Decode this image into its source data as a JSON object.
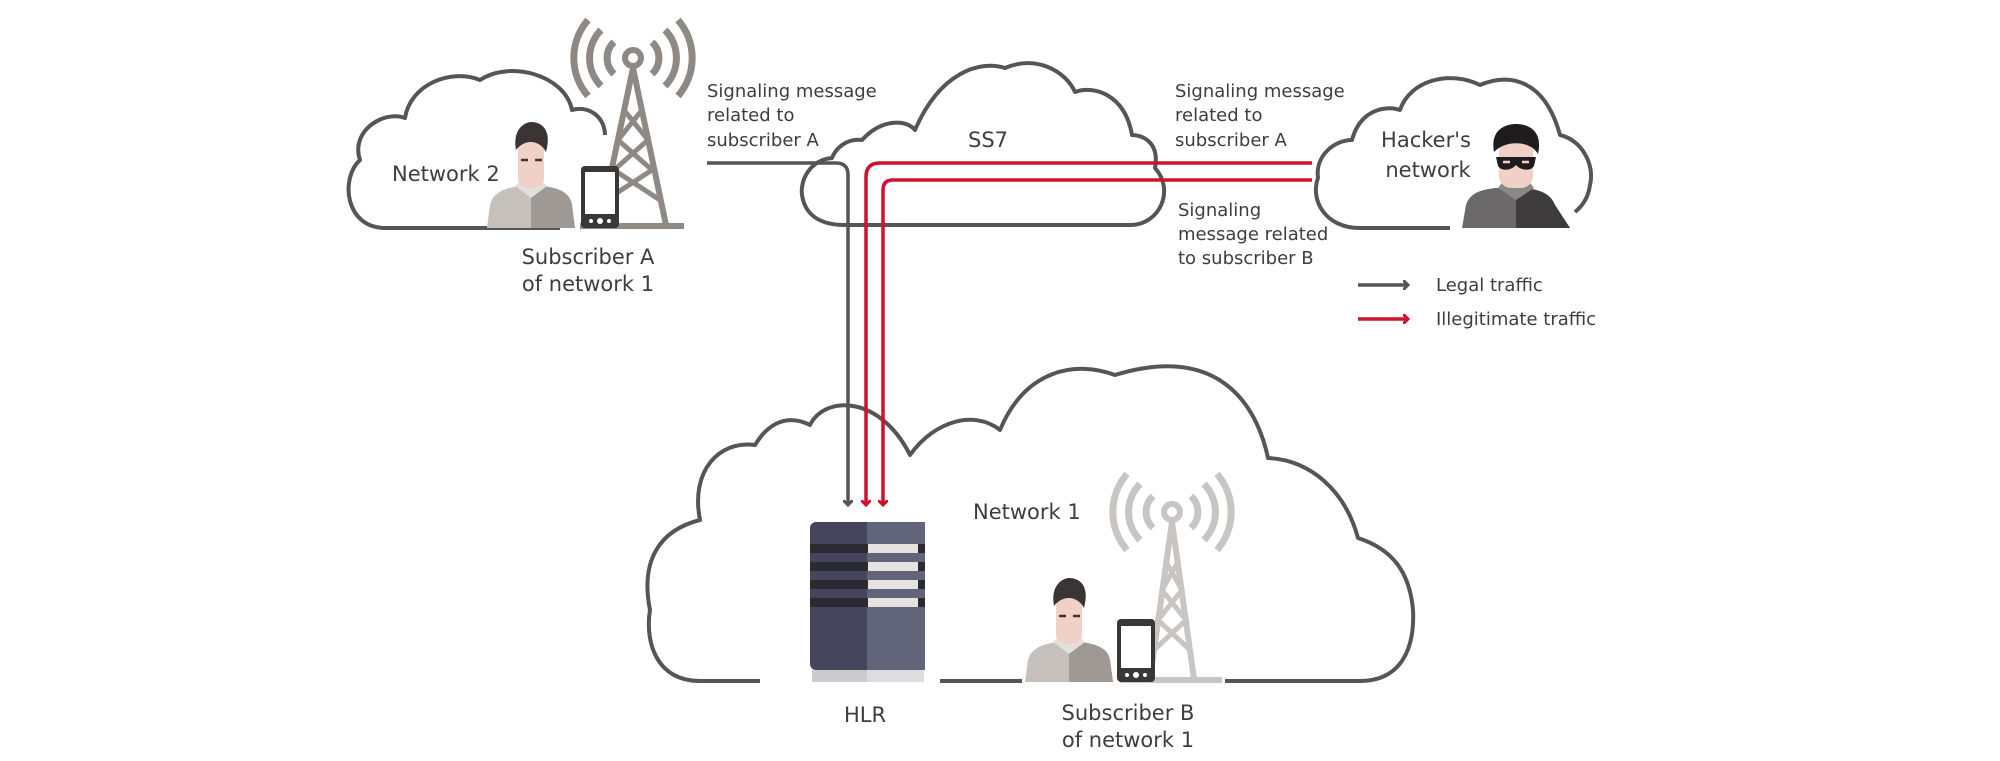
{
  "title": "SS7 attack diagram: hacker's network sending illegitimate signaling messages to HLR",
  "colors": {
    "legal": "#555555",
    "illegitimate": "#d0102e",
    "cloud_stroke": "#555555",
    "text": "#3d3d3d",
    "hlr_dark": "#45465e",
    "hlr_light": "#62647a",
    "tower_dark": "#8f8985",
    "tower_light": "#c9c5c2"
  },
  "clouds": {
    "network2": "Network 2",
    "ss7": "SS7",
    "hacker": [
      "Hacker's",
      "network"
    ],
    "network1": "Network 1"
  },
  "nodes": {
    "subscriber_a": [
      "Subscriber A",
      "of network 1"
    ],
    "hlr": "HLR",
    "subscriber_b": [
      "Subscriber B",
      "of network 1"
    ]
  },
  "messages": {
    "left_a": [
      "Signaling message",
      "related to",
      "subscriber A"
    ],
    "right_a": [
      "Signaling message",
      "related to",
      "subscriber A"
    ],
    "right_b": [
      "Signaling",
      "message related",
      "to subscriber B"
    ]
  },
  "legend": [
    {
      "label": "Legal traffic",
      "type": "legal"
    },
    {
      "label": "Illegitimate traffic",
      "type": "illegitimate"
    }
  ]
}
